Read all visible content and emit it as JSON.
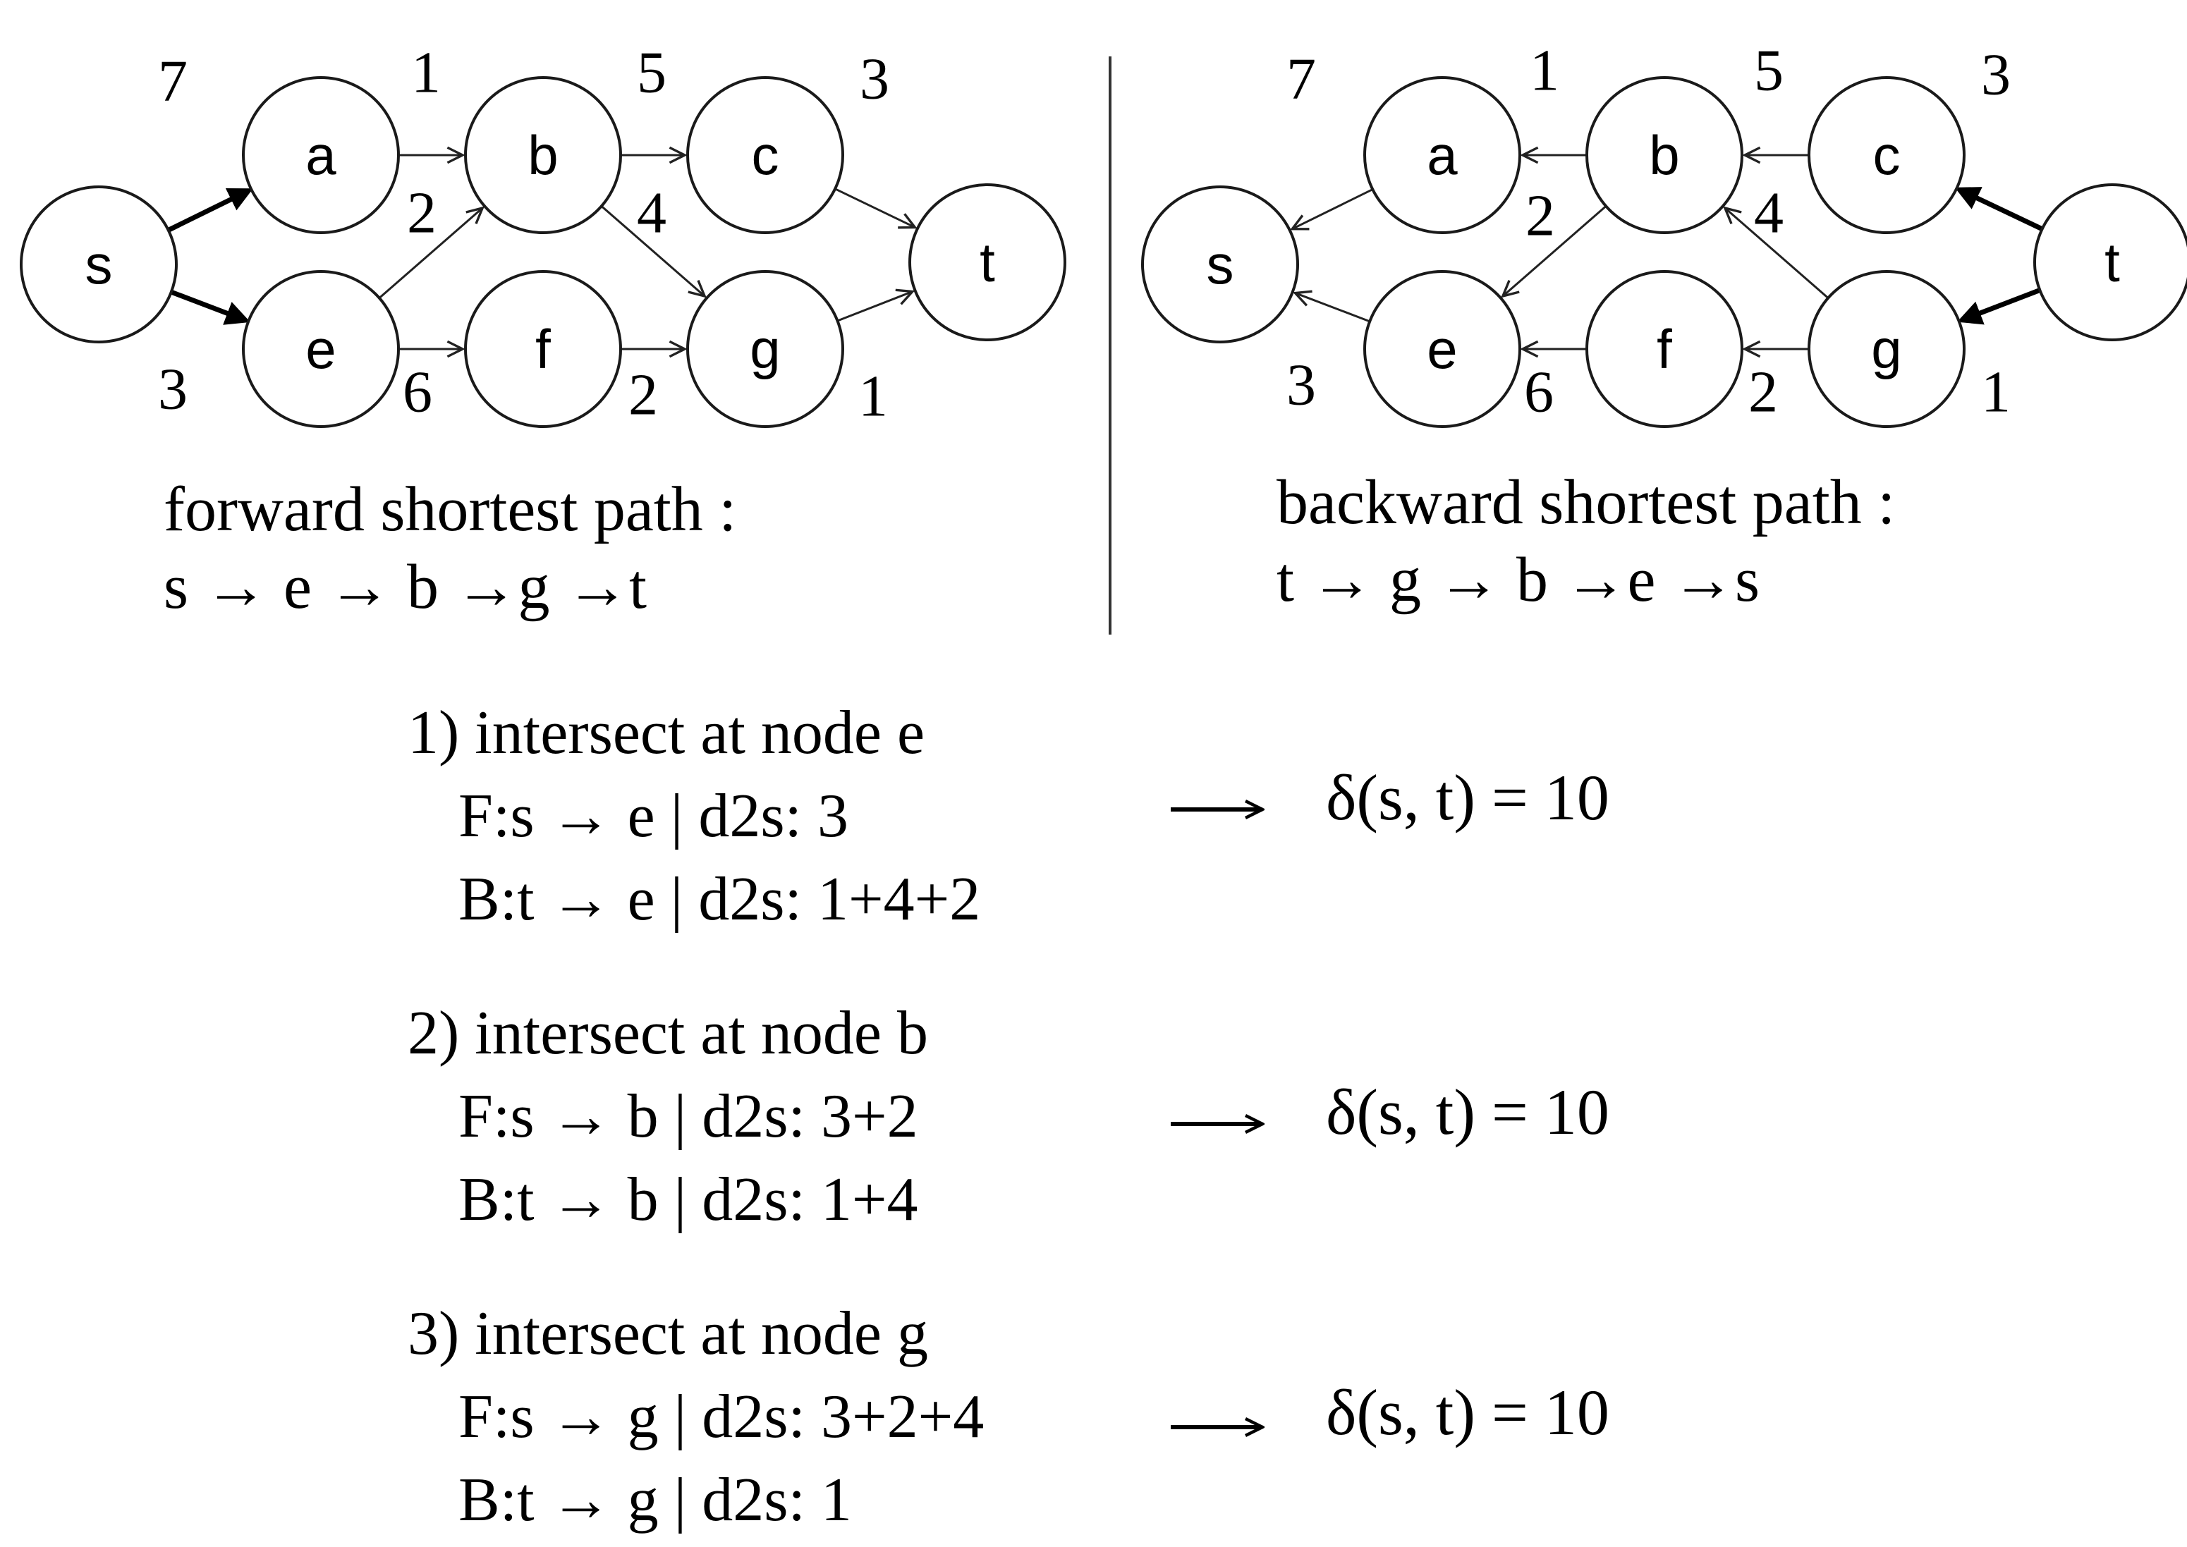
{
  "forward_graph": {
    "nodes": [
      {
        "id": "s",
        "label": "s"
      },
      {
        "id": "a",
        "label": "a"
      },
      {
        "id": "b",
        "label": "b"
      },
      {
        "id": "c",
        "label": "c"
      },
      {
        "id": "t",
        "label": "t"
      },
      {
        "id": "e",
        "label": "e"
      },
      {
        "id": "f",
        "label": "f"
      },
      {
        "id": "g",
        "label": "g"
      }
    ],
    "edges": [
      {
        "from": "s",
        "to": "a",
        "weight": "7",
        "bold": true
      },
      {
        "from": "s",
        "to": "e",
        "weight": "3",
        "bold": true
      },
      {
        "from": "a",
        "to": "b",
        "weight": "1",
        "bold": false
      },
      {
        "from": "e",
        "to": "b",
        "weight": "2",
        "bold": false
      },
      {
        "from": "b",
        "to": "c",
        "weight": "5",
        "bold": false
      },
      {
        "from": "b",
        "to": "g",
        "weight": "4",
        "bold": false
      },
      {
        "from": "c",
        "to": "t",
        "weight": "3",
        "bold": false
      },
      {
        "from": "e",
        "to": "f",
        "weight": "6",
        "bold": false
      },
      {
        "from": "f",
        "to": "g",
        "weight": "2",
        "bold": false
      },
      {
        "from": "g",
        "to": "t",
        "weight": "1",
        "bold": false
      }
    ],
    "caption_line1": "forward shortest path :",
    "caption_line2": "s → e → b →g →t"
  },
  "backward_graph": {
    "nodes": [
      {
        "id": "s",
        "label": "s"
      },
      {
        "id": "a",
        "label": "a"
      },
      {
        "id": "b",
        "label": "b"
      },
      {
        "id": "c",
        "label": "c"
      },
      {
        "id": "t",
        "label": "t"
      },
      {
        "id": "e",
        "label": "e"
      },
      {
        "id": "f",
        "label": "f"
      },
      {
        "id": "g",
        "label": "g"
      }
    ],
    "edges": [
      {
        "from": "t",
        "to": "c",
        "weight": "3",
        "bold": true
      },
      {
        "from": "t",
        "to": "g",
        "weight": "1",
        "bold": true
      },
      {
        "from": "c",
        "to": "b",
        "weight": "5",
        "bold": false
      },
      {
        "from": "g",
        "to": "b",
        "weight": "4",
        "bold": false
      },
      {
        "from": "b",
        "to": "a",
        "weight": "1",
        "bold": false
      },
      {
        "from": "b",
        "to": "e",
        "weight": "2",
        "bold": false
      },
      {
        "from": "a",
        "to": "s",
        "weight": "7",
        "bold": false
      },
      {
        "from": "g",
        "to": "f",
        "weight": "2",
        "bold": false
      },
      {
        "from": "f",
        "to": "e",
        "weight": "6",
        "bold": false
      },
      {
        "from": "e",
        "to": "s",
        "weight": "3",
        "bold": false
      }
    ],
    "caption_line1": "backward  shortest path :",
    "caption_line2": "t → g → b →e →s"
  },
  "steps": [
    {
      "heading": "1) intersect at node e",
      "forward_line": "F:s → e  | d2s: 3",
      "backward_line": "B:t → e  | d2s: 1+4+2",
      "result": "δ(s, t) = 10"
    },
    {
      "heading": "2) intersect at node b",
      "forward_line": "F:s → b  | d2s: 3+2",
      "backward_line": "B:t → b  | d2s: 1+4",
      "result": "δ(s, t) = 10"
    },
    {
      "heading": "3) intersect at node g",
      "forward_line": "F:s → g  | d2s: 3+2+4",
      "backward_line": "B:t → g  | d2s: 1",
      "result": "δ(s, t) = 10"
    }
  ]
}
